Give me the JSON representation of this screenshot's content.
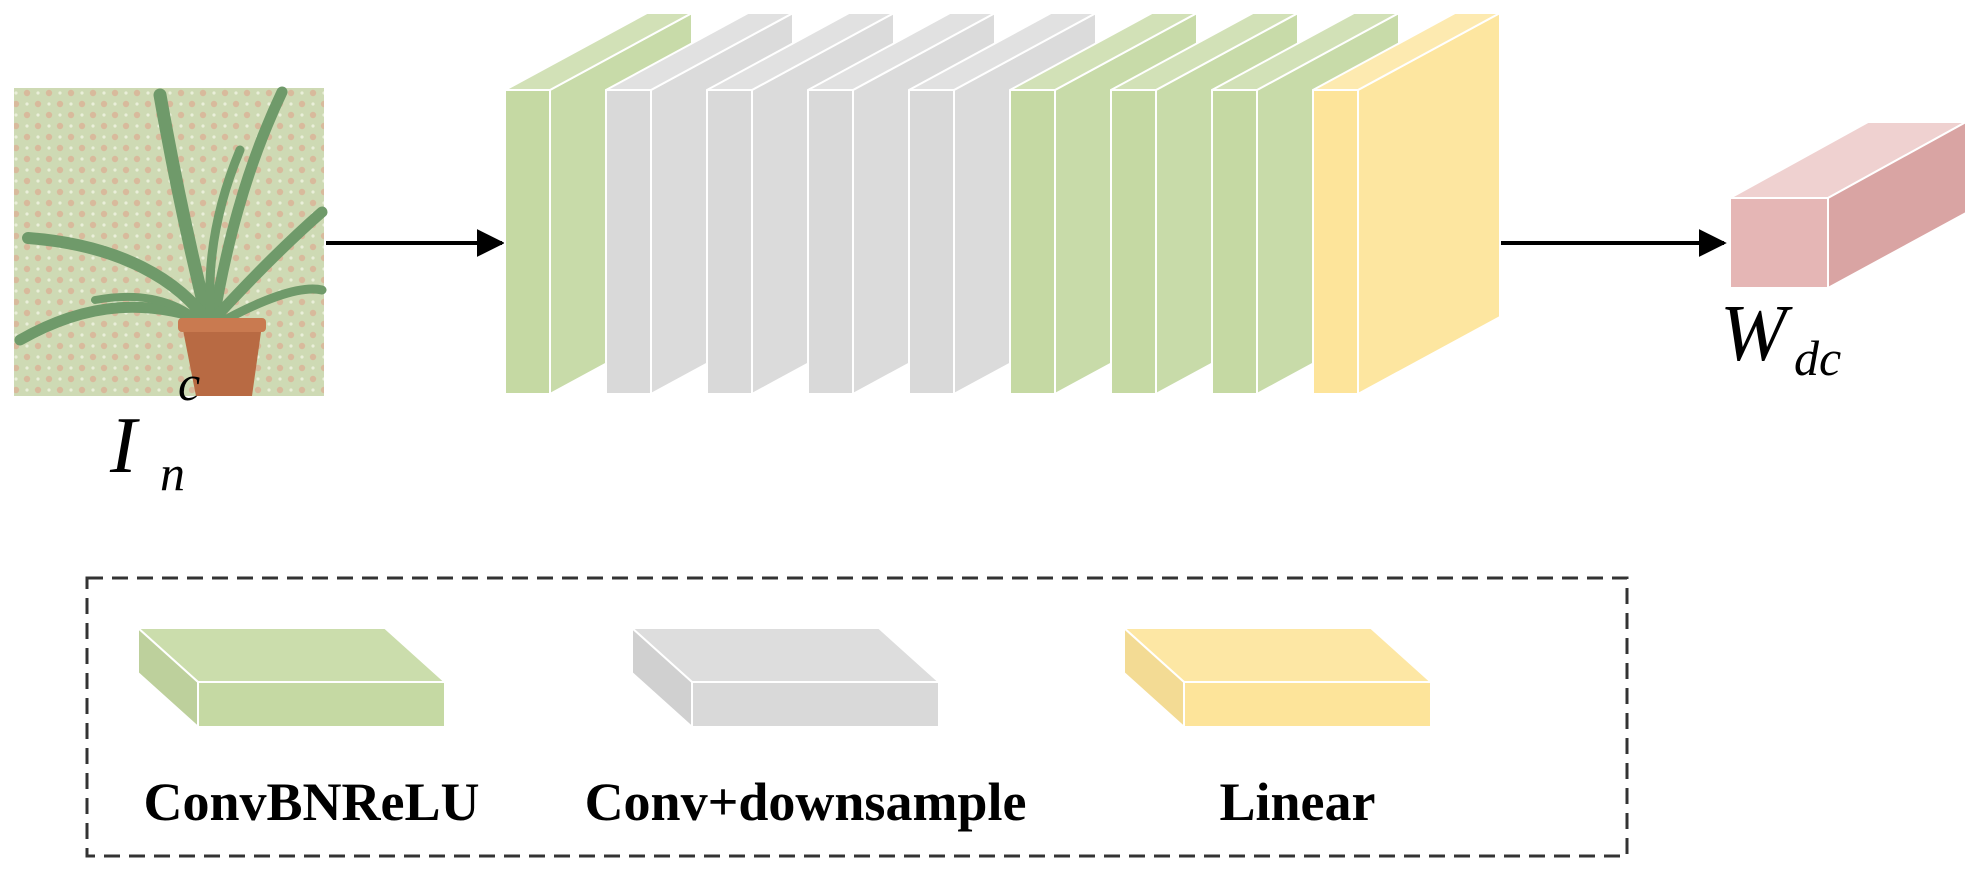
{
  "input": {
    "symbol": "I",
    "subscript": "n",
    "superscript": "c"
  },
  "output": {
    "symbol": "W",
    "subscript": "dc"
  },
  "layers": [
    {
      "type": "ConvBNReLU"
    },
    {
      "type": "Conv+downsample"
    },
    {
      "type": "Conv+downsample"
    },
    {
      "type": "Conv+downsample"
    },
    {
      "type": "Conv+downsample"
    },
    {
      "type": "ConvBNReLU"
    },
    {
      "type": "ConvBNReLU"
    },
    {
      "type": "ConvBNReLU"
    },
    {
      "type": "Linear"
    }
  ],
  "legend": [
    {
      "type": "ConvBNReLU",
      "label": "ConvBNReLU",
      "color": "#c5d9a3"
    },
    {
      "type": "Conv+downsample",
      "label": "Conv+downsample",
      "color": "#d9d9d9"
    },
    {
      "type": "Linear",
      "label": "Linear",
      "color": "#fde49a"
    }
  ],
  "colors": {
    "output_block": "#e5b6b5",
    "arrow": "#000000",
    "legend_border": "#333333"
  }
}
